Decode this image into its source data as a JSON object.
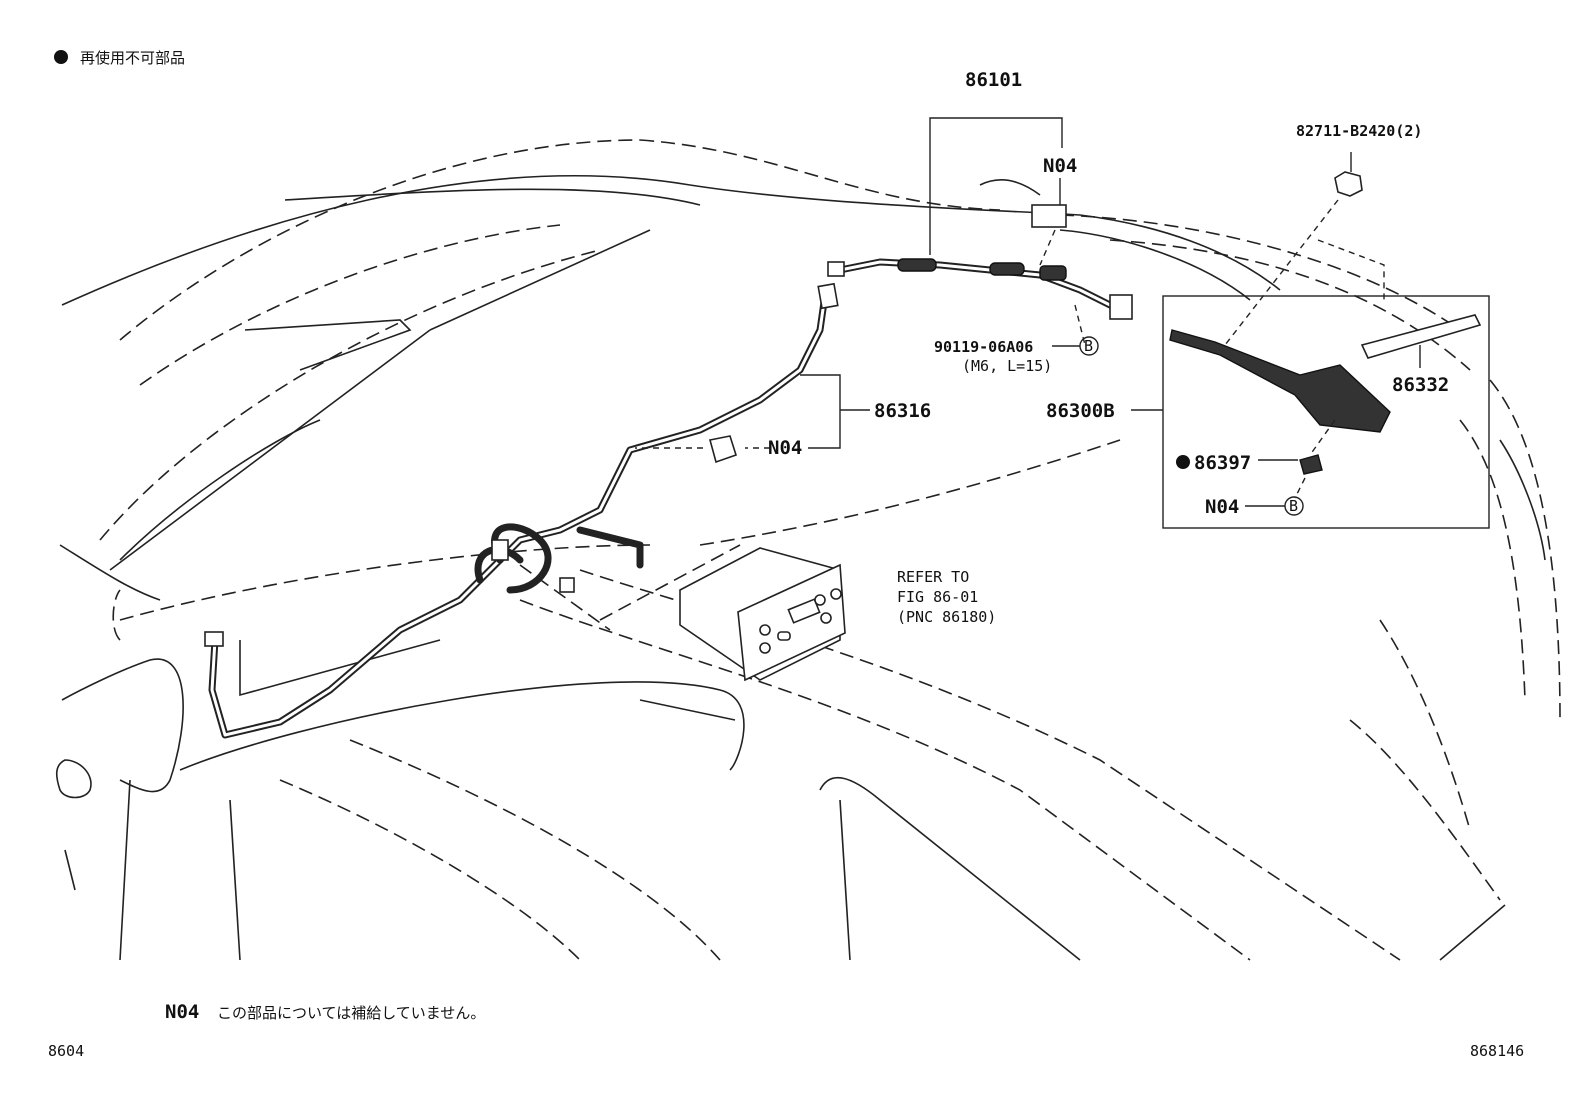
{
  "legend": {
    "bullet_icon": "filled-circle",
    "text": "再使用不可部品"
  },
  "callouts": {
    "p86101": "86101",
    "n04_top": "N04",
    "p82711": "82711-B2420(2)",
    "p90119": "90119-06A06",
    "p90119_spec": "(M6, L=15)",
    "circle_b": "B",
    "p86316": "86316",
    "n04_mid": "N04",
    "p86300b": "86300B",
    "p86332": "86332",
    "p86397": "86397",
    "n04_box": "N04"
  },
  "refer": {
    "line1": "REFER TO",
    "line2": "FIG 86-01",
    "line3": "(PNC 86180)"
  },
  "footer": {
    "note_code": "N04",
    "note_text": "この部品については補給していません。",
    "page_left": "8604",
    "page_right": "868146"
  }
}
